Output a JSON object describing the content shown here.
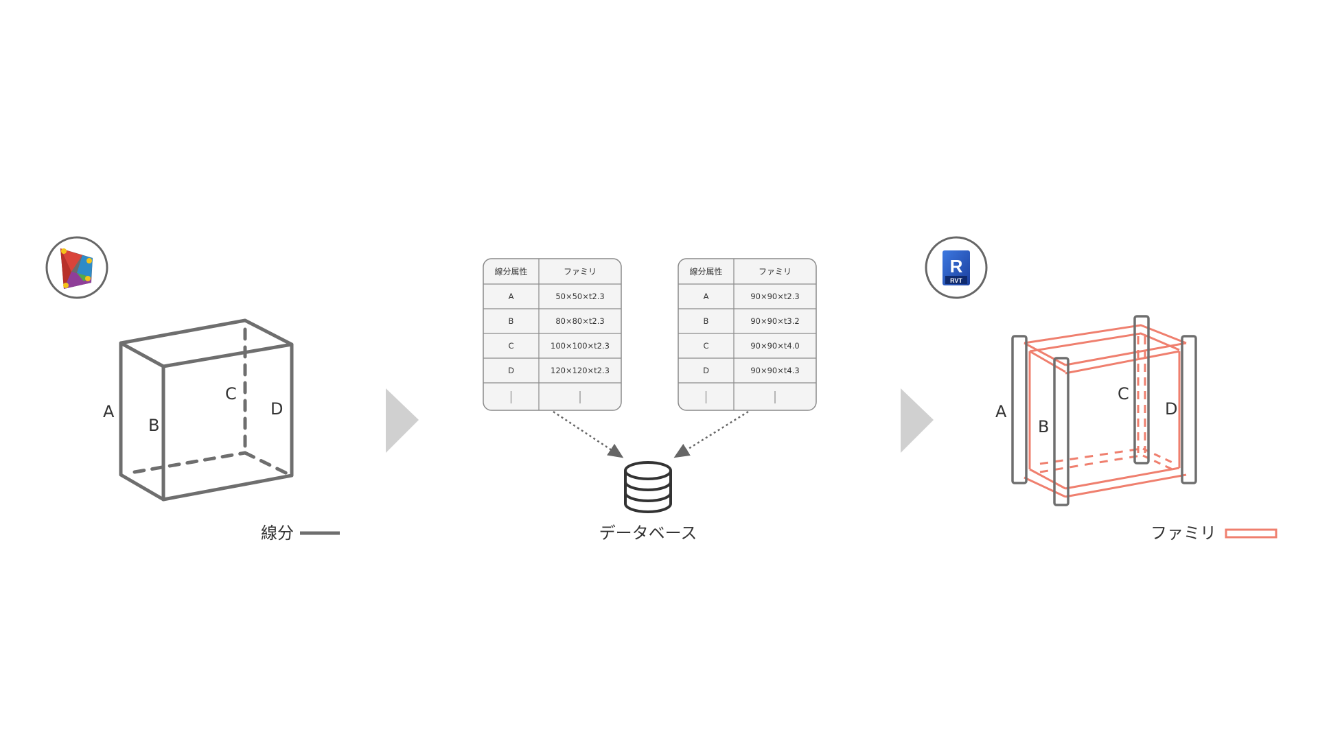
{
  "left": {
    "logo_icon": "dynamo-logo-icon",
    "edge_labels": [
      "A",
      "B",
      "C",
      "D"
    ],
    "legend_label": "線分",
    "legend_color": "#6e6e6e"
  },
  "middle": {
    "tables": [
      {
        "headers": [
          "線分属性",
          "ファミリ"
        ],
        "rows": [
          [
            "A",
            "50×50×t2.3"
          ],
          [
            "B",
            "80×80×t2.3"
          ],
          [
            "C",
            "100×100×t2.3"
          ],
          [
            "D",
            "120×120×t2.3"
          ]
        ]
      },
      {
        "headers": [
          "線分属性",
          "ファミリ"
        ],
        "rows": [
          [
            "A",
            "90×90×t2.3"
          ],
          [
            "B",
            "90×90×t3.2"
          ],
          [
            "C",
            "90×90×t4.0"
          ],
          [
            "D",
            "90×90×t4.3"
          ]
        ]
      }
    ],
    "database_icon": "database-icon",
    "database_label": "データベース"
  },
  "right": {
    "logo_icon": "revit-logo-icon",
    "logo_text": "R",
    "logo_subtext": "RVT",
    "edge_labels": [
      "A",
      "B",
      "C",
      "D"
    ],
    "legend_label": "ファミリ",
    "legend_color": "#ef7f6e"
  },
  "colors": {
    "line_gray": "#6e6e6e",
    "family_red": "#ef7f6e",
    "arrow_gray": "#d0d0d0",
    "table_border": "#8a8a8a",
    "table_bg": "#f4f4f4",
    "revit_blue": "#1a52c4"
  }
}
